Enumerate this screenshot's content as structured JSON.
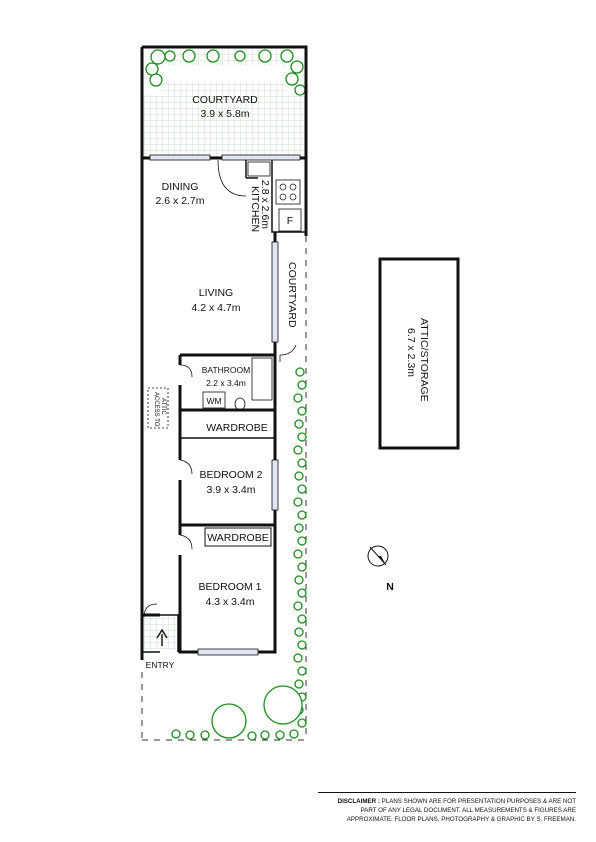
{
  "rooms": {
    "courtyard_top": {
      "name": "COURTYARD",
      "dims": "3.9 x 5.8m"
    },
    "dining": {
      "name": "DINING",
      "dims": "2.6 x 2.7m"
    },
    "kitchen": {
      "name": "KITCHEN",
      "dims": "2.8 x 2.6m"
    },
    "living": {
      "name": "LIVING",
      "dims": "4.2 x 4.7m"
    },
    "courtyard_side": {
      "name": "COURTYARD"
    },
    "bathroom": {
      "name": "BATHROOM",
      "dims": "2.2 x 3.4m"
    },
    "wardrobe_1": {
      "name": "WARDROBE"
    },
    "bedroom_2": {
      "name": "BEDROOM 2",
      "dims": "3.9 x 3.4m"
    },
    "wardrobe_2": {
      "name": "WARDROBE"
    },
    "bedroom_1": {
      "name": "BEDROOM 1",
      "dims": "4.3 x 3.4m"
    },
    "entry": {
      "name": "ENTRY"
    },
    "attic": {
      "name": "ATTIC/STORAGE",
      "dims": "6.7 x 2.3m"
    }
  },
  "fixtures": {
    "fridge": "F",
    "washing_machine": "WM",
    "access_to_attic_line1": "ACCESS TO",
    "access_to_attic_line2": "ATTIC"
  },
  "compass": {
    "label": "N"
  },
  "disclaimer": {
    "heading": "DISCLAIMER :",
    "line1": "PLANS SHOWN ARE FOR PRESENTATION PURPOSES & ARE NOT",
    "line2": "PART OF ANY LEGAL DOCUMENT. ALL MEASUREMENTS & FIGURES ARE",
    "line3": "APPROXIMATE. FLOOR PLANS, PHOTOGRAPHY & GRAPHIC BY  S. FREEMAN."
  },
  "colors": {
    "wall": "#111111",
    "vegetation": "#1e8b1e",
    "glazing": "#dfe6f2"
  }
}
